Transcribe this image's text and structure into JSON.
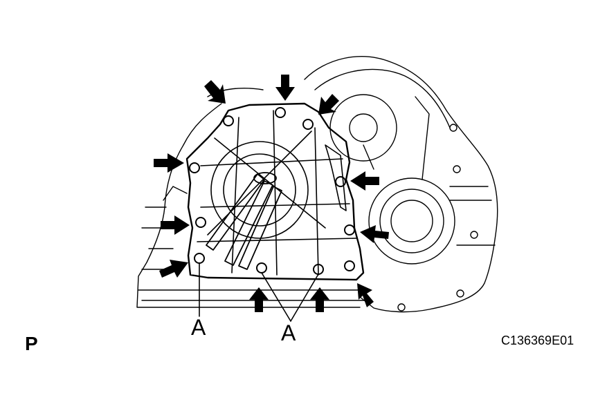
{
  "labels": {
    "callout_left": "A",
    "callout_bottom": "A",
    "view_marker": "P",
    "figure_code": "C136369E01"
  },
  "colors": {
    "line": "#000000",
    "background": "#ffffff"
  },
  "icons": {
    "pointer": "bolt-pointer-arrow-icon"
  }
}
